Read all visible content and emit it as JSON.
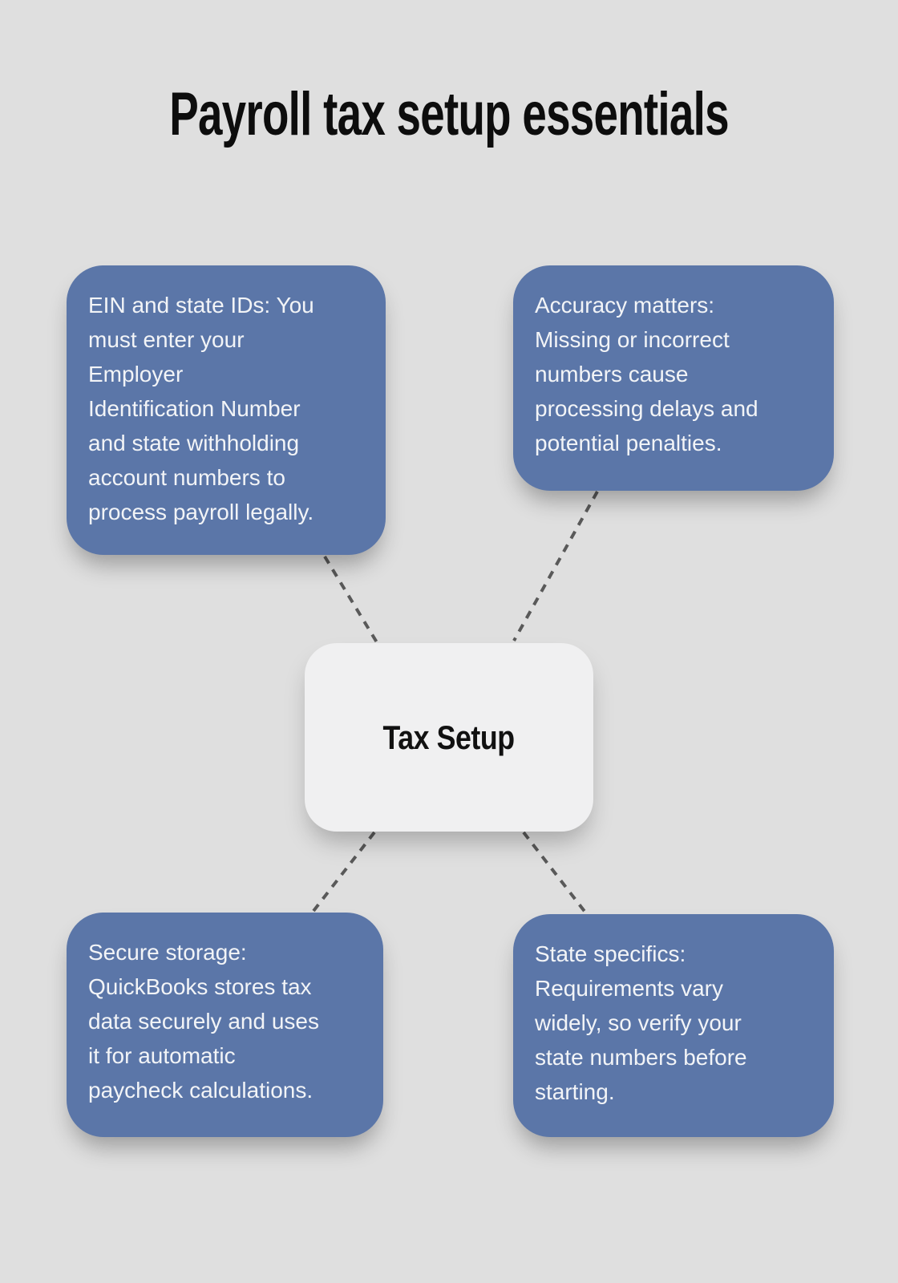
{
  "page": {
    "title": "Payroll tax setup essentials"
  },
  "center_node": {
    "label": "Tax Setup"
  },
  "nodes": [
    {
      "id": "ein-state-ids",
      "position": "top-left",
      "text": "EIN and state IDs: You\nmust enter your\nEmployer\nIdentification Number\nand state withholding\naccount numbers to\nprocess payroll legally."
    },
    {
      "id": "accuracy",
      "position": "top-right",
      "text": "Accuracy matters:\nMissing or incorrect\nnumbers cause\nprocessing delays and\npotential penalties."
    },
    {
      "id": "secure-storage",
      "position": "bottom-left",
      "text": "Secure storage:\nQuickBooks stores tax\ndata securely and uses\nit for automatic\npaycheck calculations."
    },
    {
      "id": "state-specifics",
      "position": "bottom-right",
      "text": "State specifics:\nRequirements vary\nwidely, so verify your\nstate numbers before\nstarting."
    }
  ],
  "colors": {
    "background": "#dfdfdf",
    "node_fill": "#5b76a8",
    "node_text": "#f2f4f7",
    "center_fill": "#f0f0f1",
    "center_text": "#111111",
    "title_text": "#0d0d0d",
    "connector": "#595959"
  }
}
